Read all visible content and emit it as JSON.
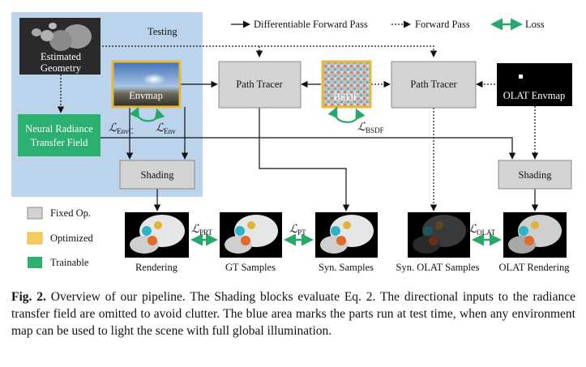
{
  "legend_top": {
    "differentiable": "Differentiable Forward Pass",
    "forward": "Forward Pass",
    "loss": "Loss"
  },
  "testing_label": "Testing",
  "blocks": {
    "estimated_geometry": "Estimated Geometry",
    "envmap": "Envmap",
    "path_tracer_left": "Path Tracer",
    "bsdf": "BSDF",
    "path_tracer_right": "Path Tracer",
    "olat_envmap": "OLAT Envmap",
    "nrtf": "Neural Radiance Transfer Field",
    "shading_left": "Shading",
    "shading_right": "Shading"
  },
  "losses": {
    "env_c": "EnvC",
    "env": "Env",
    "bsdf": "BSDF",
    "prt": "PRT",
    "pt": "PT",
    "olat": "OLAT"
  },
  "legend_bottom": {
    "fixed": "Fixed Op.",
    "optimized": "Optimized",
    "trainable": "Trainable"
  },
  "outputs": {
    "rendering": "Rendering",
    "gt_samples": "GT Samples",
    "syn_samples": "Syn. Samples",
    "syn_olat_samples": "Syn. OLAT Samples",
    "olat_rendering": "OLAT Rendering"
  },
  "caption": {
    "label": "Fig. 2.",
    "text": "Overview of our pipeline. The Shading blocks evaluate Eq. 2. The directional inputs to the radiance transfer field are omitted to avoid clutter. The blue area marks the parts run at test time, when any environment map can be used to light the scene with full global illumination."
  },
  "colors": {
    "testing_area": "#bcd3ec",
    "fixed": "#d3d3d3",
    "optimized": "#f4cc5c",
    "trainable": "#2cb070",
    "loss": "#27a86a"
  }
}
